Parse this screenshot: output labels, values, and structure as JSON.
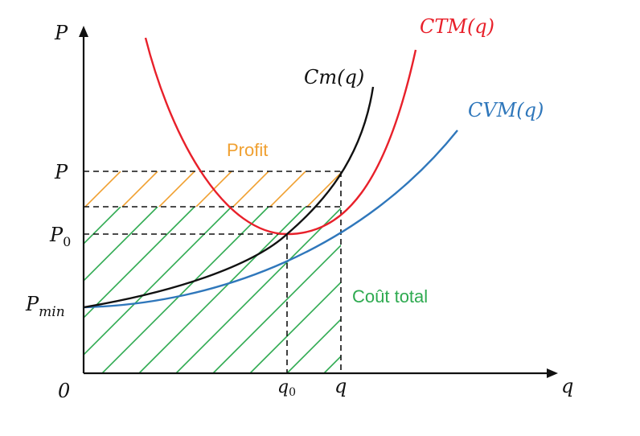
{
  "chart_data": {
    "type": "line",
    "title": "",
    "xlabel": "q",
    "ylabel": "P",
    "origin_label": "0",
    "x_ticks": [
      "q0",
      "q"
    ],
    "y_ticks": [
      "P",
      "P0",
      "Pmin"
    ],
    "q0_sub": "0",
    "P0_sub": "0",
    "Pmin_sub": "min",
    "series": [
      {
        "name": "CTM(q)",
        "color": "#e8202a"
      },
      {
        "name": "Cm(q)",
        "color": "#111111"
      },
      {
        "name": "CVM(q)",
        "color": "#2f77bb"
      }
    ],
    "regions": [
      {
        "name": "Profit",
        "color": "#f0a030"
      },
      {
        "name": "Coût total",
        "color": "#2eaa50"
      }
    ]
  }
}
